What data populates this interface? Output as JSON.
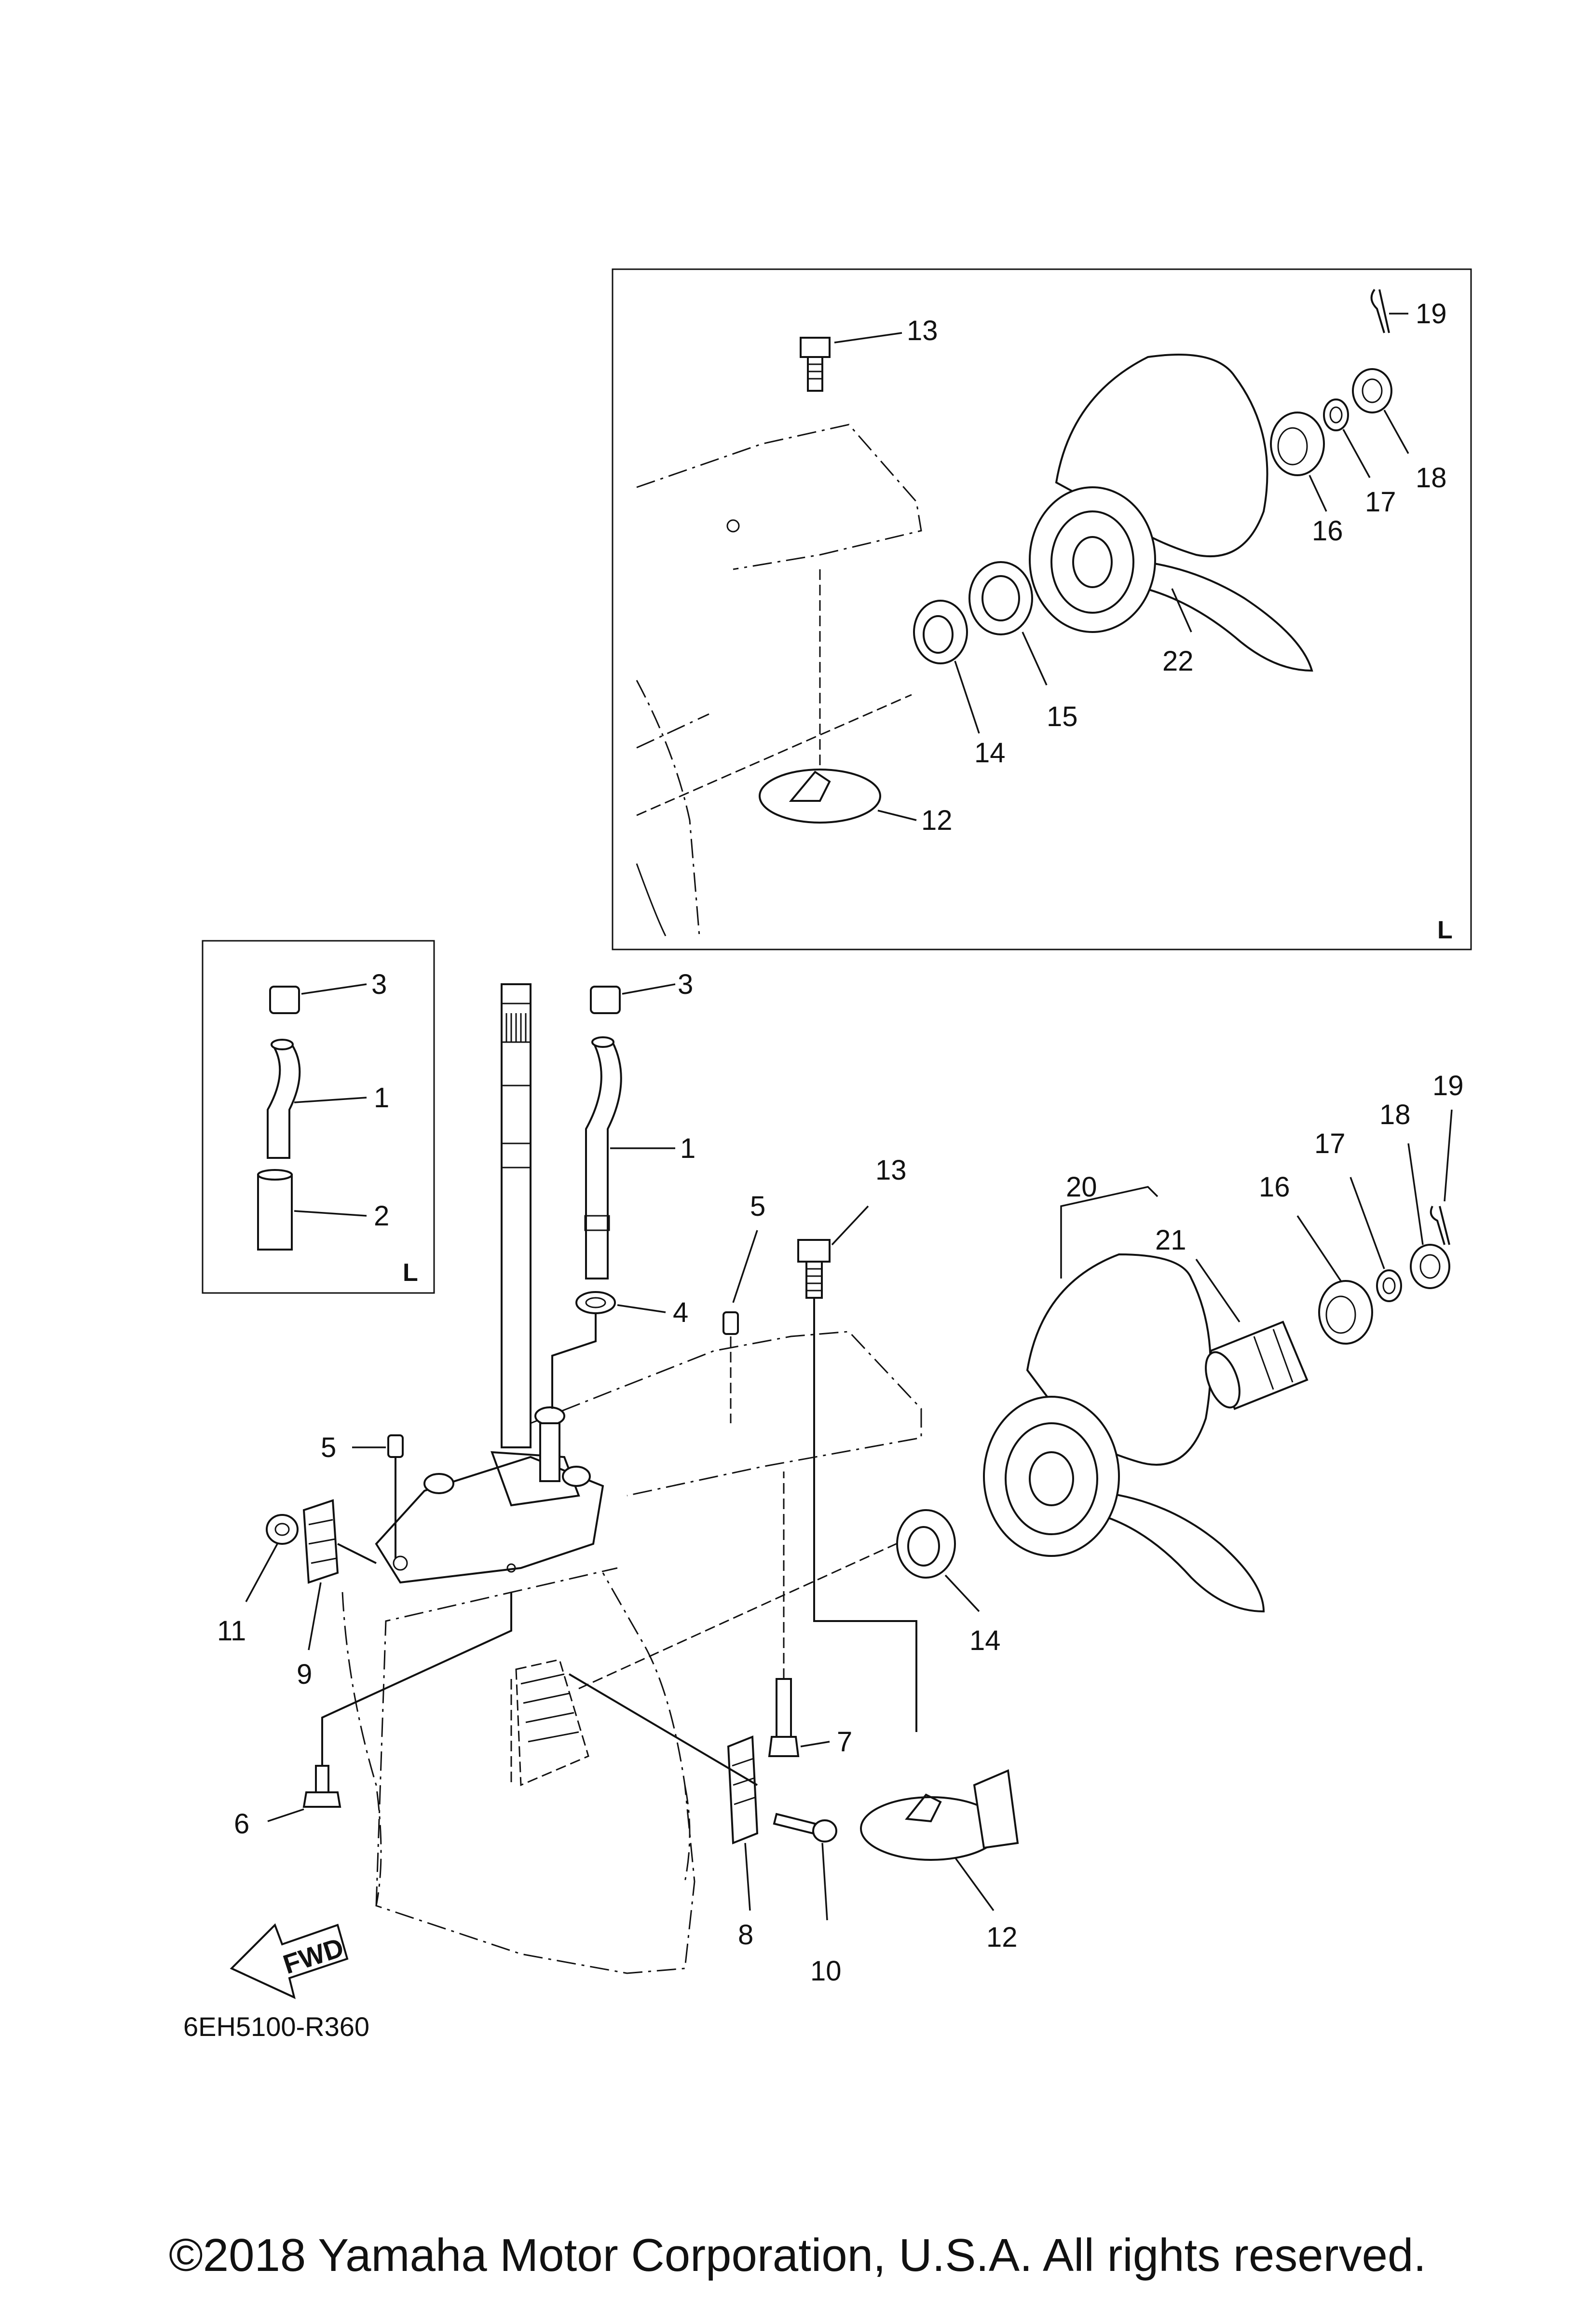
{
  "diagram_code": "6EH5100-R360",
  "copyright": "©2018 Yamaha Motor Corporation, U.S.A. All rights reserved.",
  "inset_flag": "L",
  "fwd_arrow": "FWD",
  "callouts": {
    "c1": "1",
    "c2": "2",
    "c3": "3",
    "c4": "4",
    "c5": "5",
    "c6": "6",
    "c7": "7",
    "c8": "8",
    "c9": "9",
    "c10": "10",
    "c11": "11",
    "c12": "12",
    "c13": "13",
    "c14": "14",
    "c15": "15",
    "c16": "16",
    "c17": "17",
    "c18": "18",
    "c19": "19",
    "c20": "20",
    "c21": "21",
    "c22": "22"
  }
}
